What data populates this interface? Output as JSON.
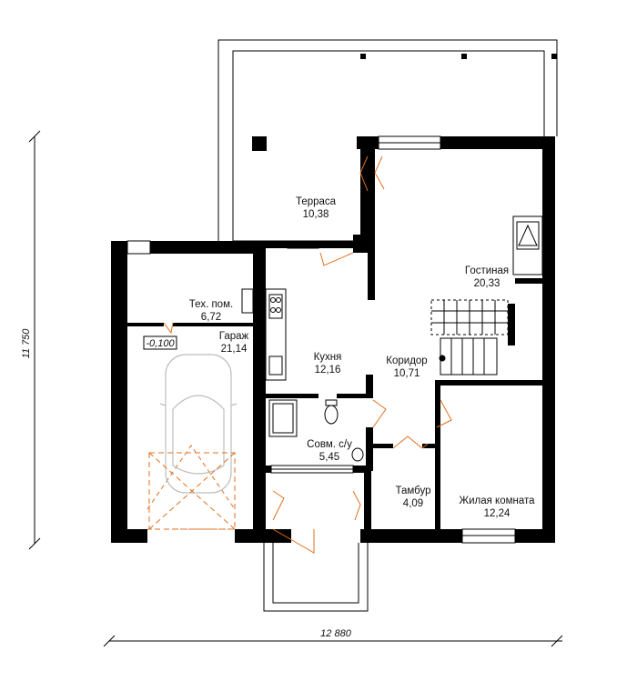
{
  "rooms": {
    "terrace": {
      "name": "Терраса",
      "area": "10,38"
    },
    "living": {
      "name": "Гостиная",
      "area": "20,33"
    },
    "tech": {
      "name": "Тех. пом.",
      "area": "6,72"
    },
    "garage": {
      "name": "Гараж",
      "area": "21,14"
    },
    "kitchen": {
      "name": "Кухня",
      "area": "12,16"
    },
    "corridor": {
      "name": "Коридор",
      "area": "10,71"
    },
    "bath": {
      "name": "Совм. с/у",
      "area": "5,45"
    },
    "vestibule": {
      "name": "Тамбур",
      "area": "4,09"
    },
    "bedroom": {
      "name": "Жилая комната",
      "area": "12,24"
    }
  },
  "level_mark": "-0,100",
  "dimensions": {
    "width": "12 880",
    "height": "11 750"
  },
  "colors": {
    "walls": "#000000",
    "doors": "#e07020",
    "car": "#bdbdbd"
  }
}
